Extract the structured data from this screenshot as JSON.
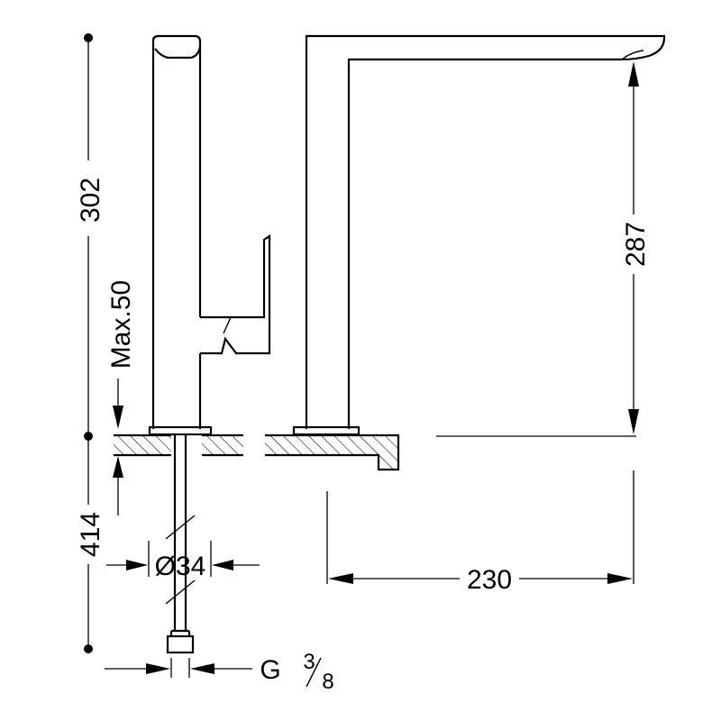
{
  "dimensions": {
    "overall_height": "302",
    "max_counter": "Max.50",
    "below_counter": "414",
    "spout_height": "287",
    "spout_reach": "230",
    "hose_diameter": "Ø34",
    "thread_letter": "G",
    "thread_num": "3",
    "thread_den": "8"
  },
  "colors": {
    "line": "#000000",
    "background": "#ffffff"
  }
}
